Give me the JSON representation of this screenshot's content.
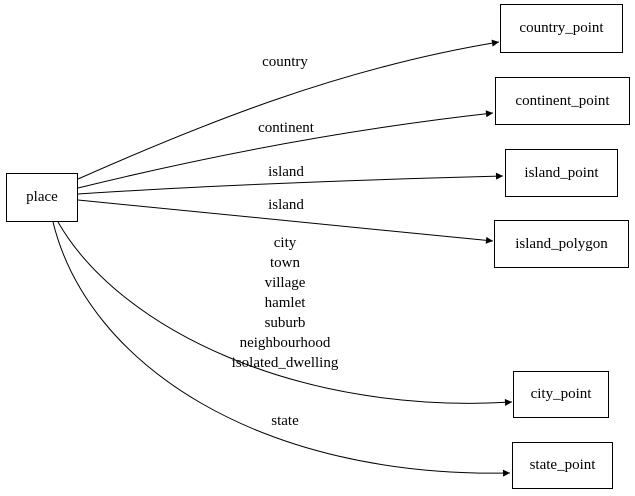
{
  "diagram": {
    "type": "directed-graph",
    "colors": {
      "background": "#ffffff",
      "node_border": "#000000",
      "edge_stroke": "#000000",
      "text": "#000000"
    },
    "nodes": {
      "place": "place",
      "country_point": "country_point",
      "continent_point": "continent_point",
      "island_point": "island_point",
      "island_polygon": "island_polygon",
      "city_point": "city_point",
      "state_point": "state_point"
    },
    "edges": {
      "country": {
        "from": "place",
        "to": "country_point",
        "label": "country"
      },
      "continent": {
        "from": "place",
        "to": "continent_point",
        "label": "continent"
      },
      "island_point": {
        "from": "place",
        "to": "island_point",
        "label": "island"
      },
      "island_polygon": {
        "from": "place",
        "to": "island_polygon",
        "label": "island"
      },
      "city": {
        "from": "place",
        "to": "city_point",
        "label": "city\ntown\nvillage\nhamlet\nsuburb\nneighbourhood\nisolated_dwelling"
      },
      "state": {
        "from": "place",
        "to": "state_point",
        "label": "state"
      }
    }
  }
}
